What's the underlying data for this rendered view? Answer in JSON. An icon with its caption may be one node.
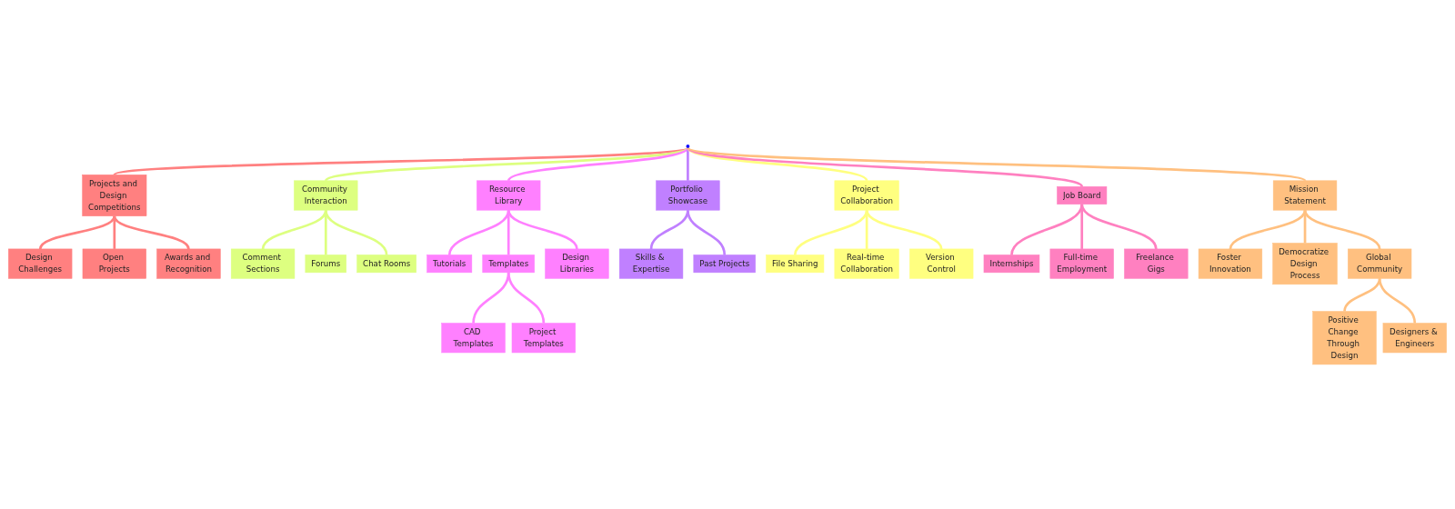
{
  "diagram": {
    "nodes": [
      {
        "text": [],
        "shape": "circle"
      },
      {
        "text": [
          "Projects and Design Competitions"
        ]
      },
      {
        "text": [
          "Design Challenges"
        ]
      },
      {
        "text": [
          "Open Projects"
        ]
      },
      {
        "text": [
          "Awards and Recognition"
        ]
      },
      {
        "text": [
          "Community Interaction"
        ]
      },
      {
        "text": [
          "Comment Sections"
        ]
      },
      {
        "text": [
          "Forums"
        ]
      },
      {
        "text": [
          "Chat Rooms"
        ]
      },
      {
        "text": [
          "Resource Library"
        ]
      },
      {
        "text": [
          "Tutorials"
        ]
      },
      {
        "text": [
          "Templates"
        ]
      },
      {
        "text": [
          "CAD Templates"
        ]
      },
      {
        "text": [
          "Project Templates"
        ]
      },
      {
        "text": [
          "Design Libraries"
        ]
      },
      {
        "text": [
          "Portfolio Showcase"
        ]
      },
      {
        "text": [
          "Skills & Expertise"
        ]
      },
      {
        "text": [
          "Past Projects"
        ]
      },
      {
        "text": [
          "Project Collaboration"
        ]
      },
      {
        "text": [
          "File Sharing"
        ]
      },
      {
        "text": [
          "Real-time Collaboration"
        ]
      },
      {
        "text": [
          "Version Control"
        ]
      },
      {
        "text": [
          "Job Board"
        ]
      },
      {
        "text": [
          "Internships"
        ]
      },
      {
        "text": [
          "Full-time Employment"
        ]
      },
      {
        "text": [
          "Freelance Gigs"
        ]
      },
      {
        "text": [
          "Mission Statement"
        ]
      },
      {
        "text": [
          "Foster Innovation"
        ]
      },
      {
        "text": [
          "Democratize Design Process"
        ]
      },
      {
        "text": [
          "Global Community"
        ]
      },
      {
        "text": [
          "Positive Change Through Design"
        ]
      },
      {
        "text": [
          "Designers & Engineers"
        ]
      }
    ],
    "edges": [
      {
        "from": 0,
        "to": 1,
        "arrow": "none",
        "color": "#ff8080"
      },
      {
        "from": 1,
        "to": 2,
        "arrow": "none",
        "color": "#ff8080"
      },
      {
        "from": 1,
        "to": 3,
        "arrow": "none",
        "color": "#ff8080"
      },
      {
        "from": 1,
        "to": 4,
        "arrow": "none",
        "color": "#ff8080"
      },
      {
        "from": 0,
        "to": 5,
        "arrow": "none",
        "color": "#ddff80"
      },
      {
        "from": 5,
        "to": 6,
        "arrow": "none",
        "color": "#ddff80"
      },
      {
        "from": 5,
        "to": 7,
        "arrow": "none",
        "color": "#ddff80"
      },
      {
        "from": 5,
        "to": 8,
        "arrow": "none",
        "color": "#ddff80"
      },
      {
        "from": 0,
        "to": 9,
        "arrow": "none",
        "color": "#ff80ff"
      },
      {
        "from": 9,
        "to": 10,
        "arrow": "none",
        "color": "#ff80ff"
      },
      {
        "from": 9,
        "to": 11,
        "arrow": "none",
        "color": "#ff80ff"
      },
      {
        "from": 11,
        "to": 12,
        "arrow": "none",
        "color": "#ff80ff"
      },
      {
        "from": 11,
        "to": 13,
        "arrow": "none",
        "color": "#ff80ff"
      },
      {
        "from": 9,
        "to": 14,
        "arrow": "none",
        "color": "#ff80ff"
      },
      {
        "from": 0,
        "to": 15,
        "arrow": "none",
        "color": "#c080ff"
      },
      {
        "from": 15,
        "to": 16,
        "arrow": "none",
        "color": "#c080ff"
      },
      {
        "from": 15,
        "to": 17,
        "arrow": "none",
        "color": "#c080ff"
      },
      {
        "from": 0,
        "to": 18,
        "arrow": "none",
        "color": "#ffff80"
      },
      {
        "from": 18,
        "to": 19,
        "arrow": "none",
        "color": "#ffff80"
      },
      {
        "from": 18,
        "to": 20,
        "arrow": "none",
        "color": "#ffff80"
      },
      {
        "from": 18,
        "to": 21,
        "arrow": "none",
        "color": "#ffff80"
      },
      {
        "from": 0,
        "to": 22,
        "arrow": "none",
        "color": "#ff80c0"
      },
      {
        "from": 22,
        "to": 23,
        "arrow": "none",
        "color": "#ff80c0"
      },
      {
        "from": 22,
        "to": 24,
        "arrow": "none",
        "color": "#ff80c0"
      },
      {
        "from": 22,
        "to": 25,
        "arrow": "none",
        "color": "#ff80c0"
      },
      {
        "from": 0,
        "to": 26,
        "arrow": "none",
        "color": "#ffc080"
      },
      {
        "from": 26,
        "to": 27,
        "arrow": "none",
        "color": "#ffc080"
      },
      {
        "from": 26,
        "to": 28,
        "arrow": "none",
        "color": "#ffc080"
      },
      {
        "from": 26,
        "to": 29,
        "arrow": "none",
        "color": "#ffc080"
      },
      {
        "from": 29,
        "to": 30,
        "arrow": "none",
        "color": "#ffc080"
      },
      {
        "from": 29,
        "to": 31,
        "arrow": "none",
        "color": "#ffc080"
      }
    ]
  }
}
